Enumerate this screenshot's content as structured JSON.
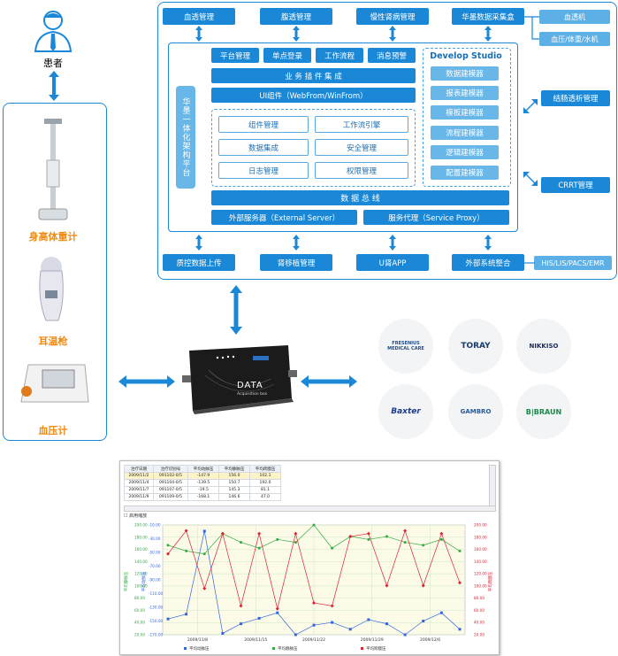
{
  "patient": {
    "label": "患者"
  },
  "devices": [
    {
      "label": "身高体重计"
    },
    {
      "label": "耳温枪"
    },
    {
      "label": "血压计"
    }
  ],
  "top_modules": [
    "血透管理",
    "腹透管理",
    "慢性肾病管理",
    "华墨数据采集盒"
  ],
  "top_right": [
    "血透机",
    "血压/体重/水机"
  ],
  "platform": {
    "row1": [
      "平台管理",
      "单点登录",
      "工作流程",
      "消息预警"
    ],
    "business": "业 务 插 件 集 成",
    "ui": "UI组件（WebFrom/WinFrom）",
    "vertical": "华墨一体化架构平台",
    "inner": [
      [
        "组件管理",
        "工作流引擎"
      ],
      [
        "数据集成",
        "安全管理"
      ],
      [
        "日志管理",
        "权限管理"
      ]
    ],
    "develop_title": "Develop Studio",
    "develop_items": [
      "数据建模器",
      "报表建模器",
      "模板建模器",
      "流程建模器",
      "逻辑建模器",
      "配置建模器"
    ],
    "bus": "数 据 总 线",
    "external": "外部服务器（External Server）",
    "proxy": "服务代理（Service Proxy）"
  },
  "side_modules": [
    "结肠透析管理",
    "CRRT管理"
  ],
  "bottom_modules": [
    "质控数据上传",
    "肾移植管理",
    "U肾APP",
    "外部系统整合"
  ],
  "his": "HIS/LIS/PACS/EMR",
  "device_box": {
    "title": "DATA",
    "sub": "Acquisition box"
  },
  "vendors": [
    "FRESENIUS MEDICAL CARE",
    "TORAY",
    "NIKKISO",
    "Baxter",
    "GAMBRO",
    "B|BRAUN"
  ],
  "colors": {
    "blue": "#1a88d6",
    "light": "#5cb0e6",
    "orange": "#f08a10"
  },
  "screenshot": {
    "table": {
      "headers": [
        "治疗日期",
        "治疗识别号",
        "平均动脉压",
        "平均静脉压",
        "平均跨膜压"
      ],
      "rows": [
        [
          "2009/11/2",
          "091102-0/5",
          "-147.9",
          "156.0",
          "102.1"
        ],
        [
          "2009/11/4",
          "091104-0/5",
          "-139.5",
          "150.7",
          "192.0"
        ],
        [
          "2009/11/7",
          "091107-0/5",
          "-19.5",
          "145.3",
          "81.1"
        ],
        [
          "2009/11/9",
          "091109-0/5",
          "-168.1",
          "146.6",
          "47.0"
        ]
      ]
    },
    "checkbox": "启用缩放",
    "x_ticks": [
      "2009/11/8",
      "2009/11/15",
      "2009/11/22",
      "2009/11/29",
      "2009/12/6"
    ],
    "legend": [
      "平均动脉压",
      "平均静脉压",
      "平均跨膜压"
    ],
    "left_axis_label": "平均静脉压",
    "left2_axis_label": "平均动脉压",
    "right_axis_label": "平均跨膜压",
    "left_ticks": [
      "200.00",
      "180.00",
      "160.00",
      "140.00",
      "120.00",
      "100.00",
      "80.00",
      "60.00",
      "40.00",
      "20.00"
    ],
    "left2_ticks": [
      "-10.00",
      "-30.00",
      "-50.00",
      "-70.00",
      "-90.00",
      "-110.00",
      "-130.00",
      "-150.00",
      "-170.00"
    ],
    "right_ticks": [
      "200.00",
      "180.00",
      "160.00",
      "140.00",
      "120.00",
      "100.00",
      "80.00",
      "60.00",
      "40.00",
      "20.00"
    ]
  },
  "chart_data": {
    "type": "line",
    "x": [
      "2009/11/2",
      "2009/11/4",
      "2009/11/7",
      "2009/11/9",
      "2009/11/11",
      "2009/11/14",
      "2009/11/16",
      "2009/11/18",
      "2009/11/21",
      "2009/11/23",
      "2009/11/25",
      "2009/11/28",
      "2009/11/30",
      "2009/12/2",
      "2009/12/5",
      "2009/12/7",
      "2009/12/9"
    ],
    "series": [
      {
        "name": "平均动脉压",
        "color": "#3366dd",
        "values": [
          -147,
          -140,
          -19,
          -168,
          -154,
          -146,
          -138,
          -170,
          -156,
          -152,
          -162,
          -148,
          -154,
          -170,
          -150,
          -138,
          -162
        ]
      },
      {
        "name": "平均静脉压",
        "color": "#33aa44",
        "values": [
          165,
          155,
          150,
          185,
          170,
          160,
          175,
          170,
          200,
          160,
          180,
          175,
          180,
          170,
          165,
          175,
          155
        ]
      },
      {
        "name": "平均跨膜压",
        "color": "#dd2233",
        "values": [
          150,
          190,
          90,
          185,
          60,
          185,
          55,
          185,
          65,
          60,
          180,
          185,
          95,
          190,
          95,
          185,
          100
        ]
      }
    ]
  }
}
